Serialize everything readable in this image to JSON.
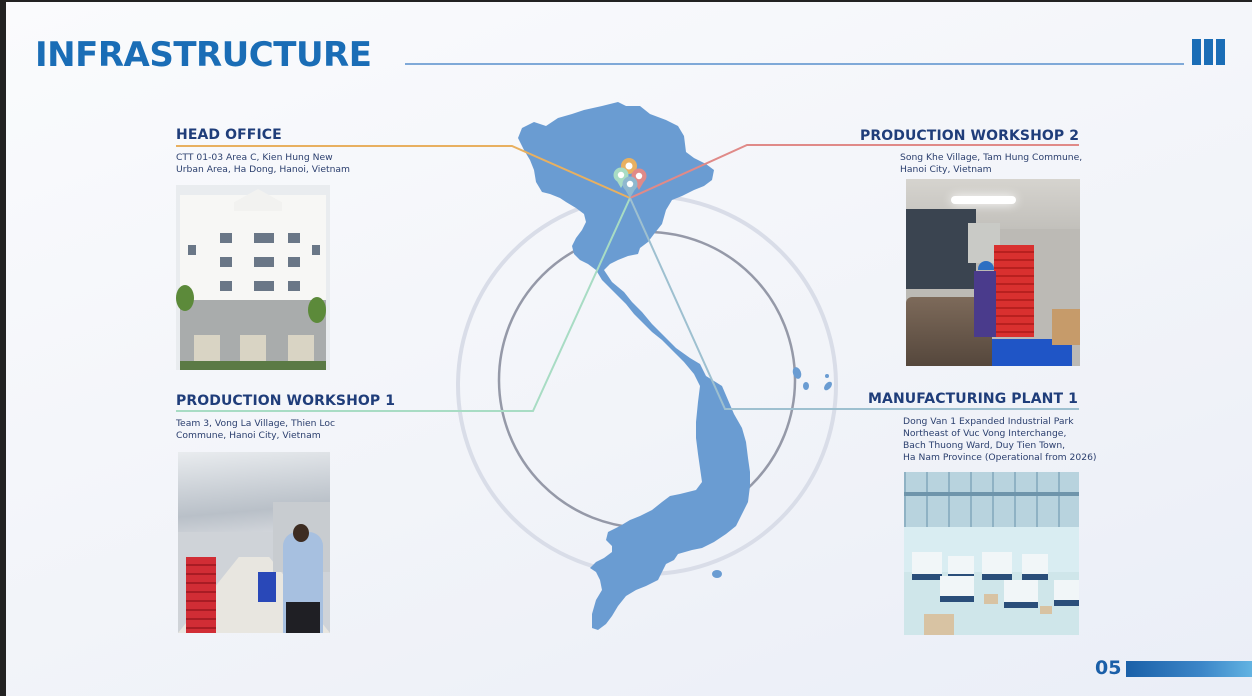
{
  "slide": {
    "title": "INFRASTRUCTURE",
    "page_number": "05",
    "colors": {
      "title": "#1a6db6",
      "map_fill": "#6a9cd2",
      "head_office_line": "#e8b060",
      "workshop2_line": "#e08a88",
      "workshop1_line": "#a8dcc4",
      "plant1_line": "#9ec0d0",
      "heading_text": "#1f3d7a"
    }
  },
  "locations": [
    {
      "id": "head-office",
      "title": "HEAD OFFICE",
      "address_lines": [
        "CTT 01-03 Area C, Kien Hung New",
        "Urban Area, Ha Dong, Hanoi, Vietnam"
      ],
      "photo": "office-building-photo"
    },
    {
      "id": "production-workshop-2",
      "title": "PRODUCTION WORKSHOP 2",
      "address_lines": [
        "Song Khe Village, Tam Hung Commune,",
        "Hanoi City, Vietnam"
      ],
      "photo": "workshop-machine-photo"
    },
    {
      "id": "production-workshop-1",
      "title": "PRODUCTION WORKSHOP 1",
      "address_lines": [
        "Team 3, Vong La Village, Thien Loc",
        "Commune, Hanoi City, Vietnam"
      ],
      "photo": "workshop-floor-photo"
    },
    {
      "id": "manufacturing-plant-1",
      "title": "MANUFACTURING PLANT 1",
      "address_lines": [
        "Dong Van 1 Expanded Industrial Park",
        "Northeast of Vuc Vong Interchange,",
        "Bach Thuong Ward, Duy Tien Town,",
        "Ha Nam Province (Operational from 2026)"
      ],
      "photo": "factory-hall-photo"
    }
  ],
  "map": {
    "icon": "vietnam-map-icon",
    "pins": [
      "orange-pin-icon",
      "mint-pin-icon",
      "red-pin-icon",
      "blue-pin-icon"
    ]
  }
}
